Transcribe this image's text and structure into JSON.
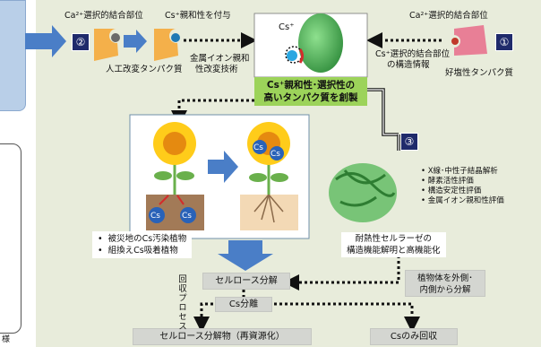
{
  "step_numbers": [
    "②",
    "①",
    "③"
  ],
  "ca_site_left": "Ca²⁺選択的結合部位",
  "cs_affinity": "Cs⁺親和性を付与",
  "artificial_protein": "人工改変タンパク質",
  "metal_tech": [
    "金属イオン親和",
    "性改変技術"
  ],
  "cs_label": "Cs⁺",
  "ca_site_right": "Ca²⁺選択的結合部位",
  "structure_info": [
    "Cs⁺選択的結合部位",
    "の構造情報"
  ],
  "halophilic": "好塩性タンパク質",
  "create_title": [
    "Cs⁺親和性･選択性の",
    "高いタンパク質を創製"
  ],
  "analysis_items": [
    "X線･中性子結晶解析",
    "酵素活性評価",
    "構造安定性評価",
    "金属イオン親和性評価"
  ],
  "cs_badge": "Cs",
  "plant_bullets": [
    "被災地のCs汚染植物",
    "組換えCs吸着植物"
  ],
  "cellulase": [
    "耐熱性セルラーゼの",
    "構造機能解明と高機能化"
  ],
  "cellulose_decomp": "セルロース分解",
  "cs_separation": "Cs分離",
  "decomp_product": "セルロース分解物（再資源化）",
  "cs_recovery": "Csのみ回収",
  "decompose_plant": [
    "植物体を外側･",
    "内側から分解"
  ],
  "recovery_process": "回収プロセス",
  "stray_char": "様",
  "colors": {
    "background": "#e8ecdb",
    "accent_green": "#9cd35a",
    "arrow_blue": "#4a7ec7",
    "number_box": "#1f2a6b",
    "gray_box": "#d4d6d1"
  }
}
